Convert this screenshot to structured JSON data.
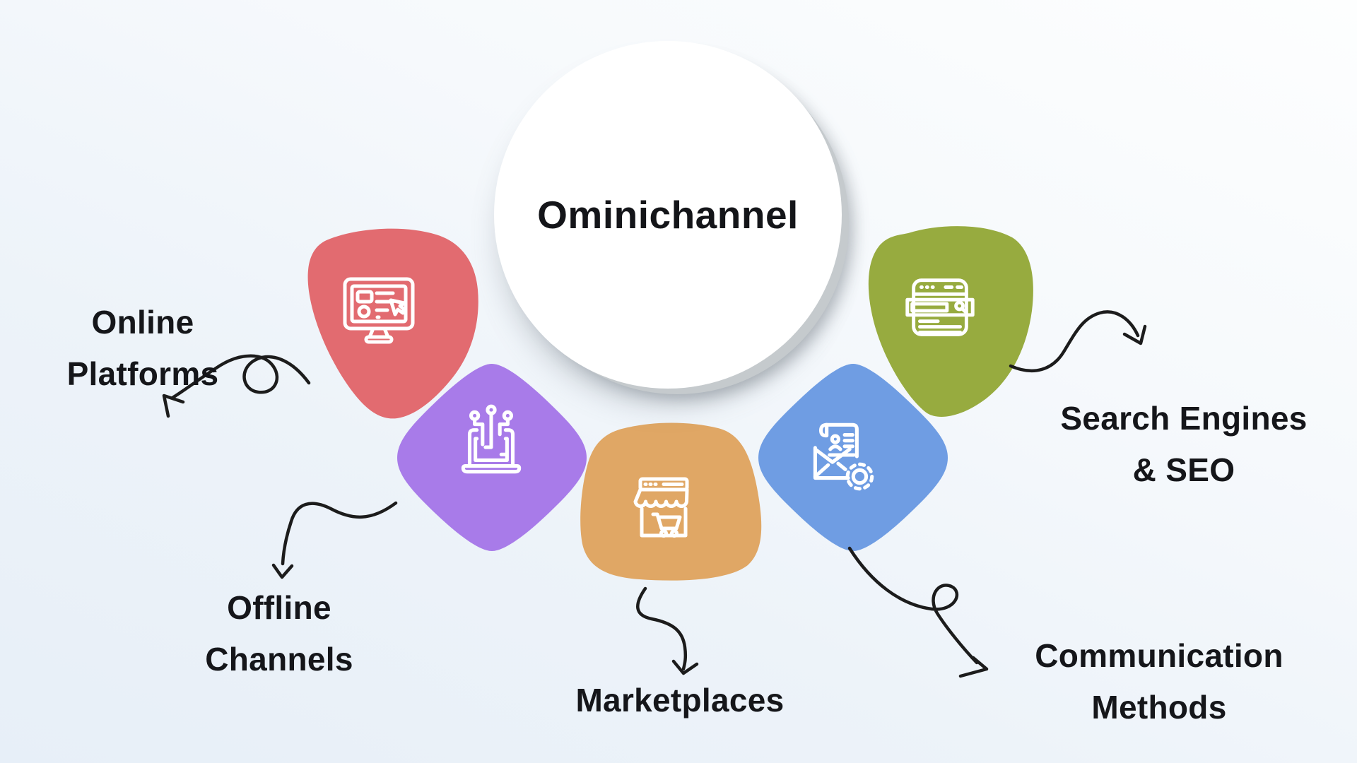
{
  "title": "Ominichannel",
  "nodes": [
    {
      "id": "online-platforms",
      "label_line1": "Online",
      "label_line2": "Platforms",
      "color": "#e26b70",
      "icon": "monitor-cursor-icon"
    },
    {
      "id": "offline-channels",
      "label_line1": "Offline",
      "label_line2": "Channels",
      "color": "#a87be9",
      "icon": "laptop-network-icon"
    },
    {
      "id": "marketplaces",
      "label_line1": "Marketplaces",
      "label_line2": "",
      "color": "#e0a765",
      "icon": "storefront-cart-icon"
    },
    {
      "id": "communication-methods",
      "label_line1": "Communication",
      "label_line2": "Methods",
      "color": "#6f9de3",
      "icon": "mail-document-gear-icon"
    },
    {
      "id": "search-engines-seo",
      "label_line1": "Search Engines",
      "label_line2": "& SEO",
      "color": "#97ab3f",
      "icon": "browser-search-icon"
    }
  ],
  "colors": {
    "background_top": "#fdfefe",
    "background_bottom_left": "#e7eff8",
    "circle_fill": "#ffffff",
    "circle_shadow": "#c5cacd",
    "arrow": "#1c1c1c",
    "text": "#15161a",
    "icon_stroke": "#ffffff"
  }
}
